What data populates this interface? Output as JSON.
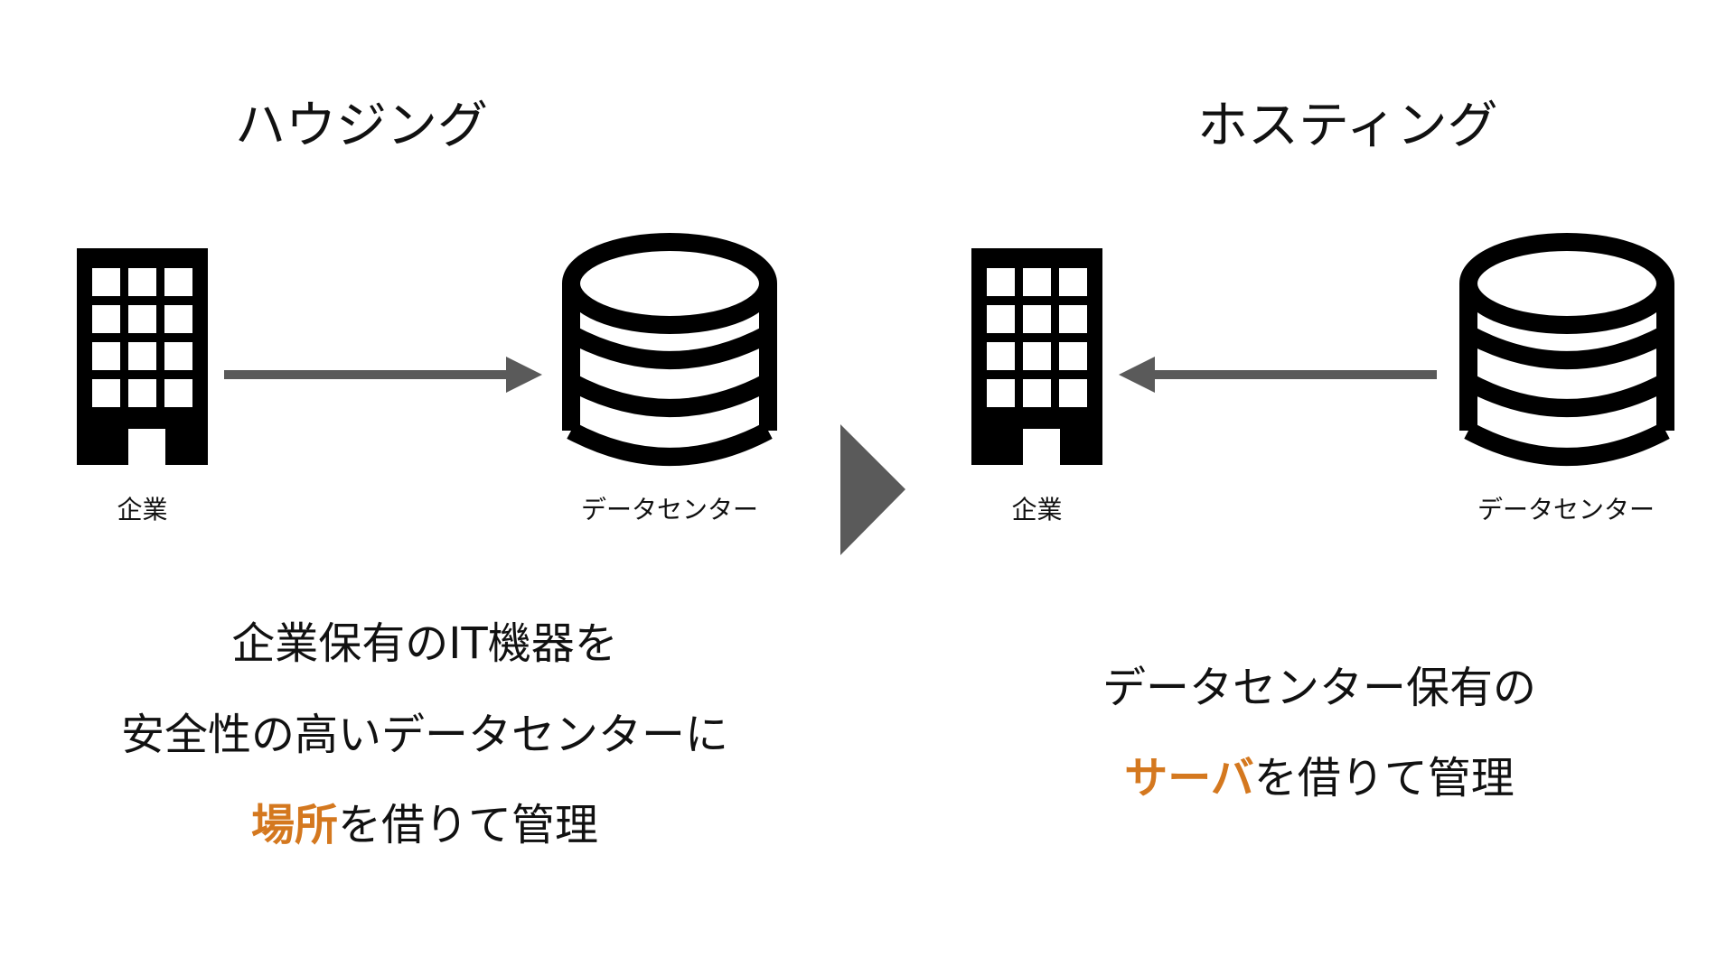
{
  "colors": {
    "text": "#111111",
    "icon": "#000000",
    "arrow": "#5a5a5a",
    "highlight": "#d4781f"
  },
  "housing": {
    "title": "ハウジング",
    "company_label": "企業",
    "datacenter_label": "データセンター",
    "line1": "企業保有のIT機器を",
    "line2": "安全性の高いデータセンターに",
    "line3_highlight": "場所",
    "line3_rest": "を借りて管理",
    "company_icon": "office-building-icon",
    "datacenter_icon": "database-icon",
    "arrow_direction": "right"
  },
  "hosting": {
    "title": "ホスティング",
    "company_label": "企業",
    "datacenter_label": "データセンター",
    "line1": "データセンター保有の",
    "line2_highlight": "サーバ",
    "line2_rest": "を借りて管理",
    "company_icon": "office-building-icon",
    "datacenter_icon": "database-icon",
    "arrow_direction": "left"
  },
  "transition_icon": "play-triangle-icon"
}
